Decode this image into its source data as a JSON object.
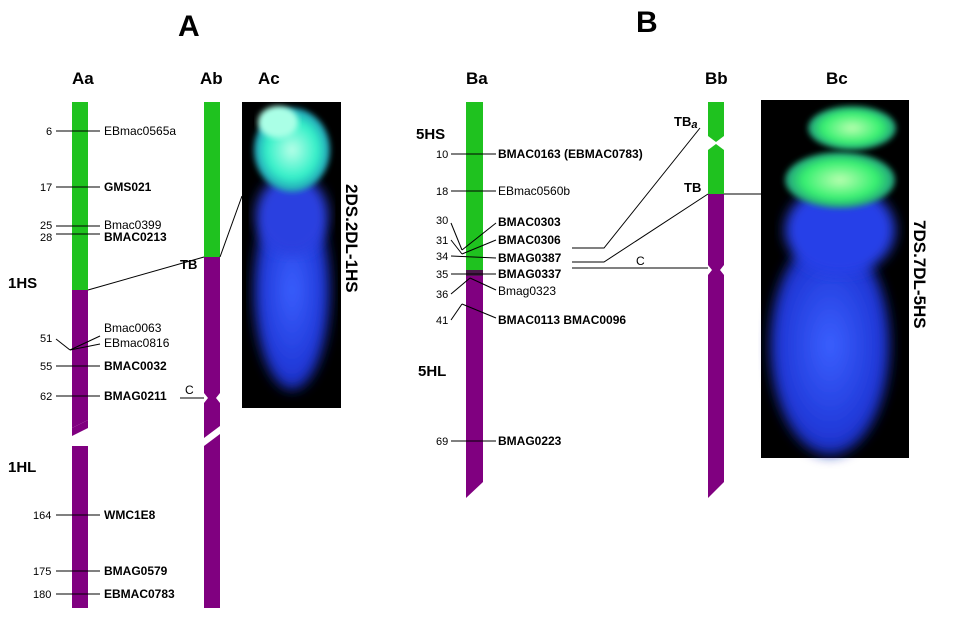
{
  "colors": {
    "green": "#1fc21f",
    "purple": "#800080",
    "line": "#000000"
  },
  "panelA": {
    "title": "A",
    "col_aa": "Aa",
    "col_ab": "Ab",
    "col_ac": "Ac",
    "arm_short": "1HS",
    "arm_long": "1HL",
    "tb": "TB",
    "c": "C",
    "caption": "2DS.2DL-1HS",
    "markers": [
      {
        "pos": "6",
        "name": "EBmac0565a",
        "bold": false
      },
      {
        "pos": "17",
        "name": "GMS021",
        "bold": true
      },
      {
        "pos": "25",
        "name": "Bmac0399",
        "bold": false
      },
      {
        "pos": "28",
        "name": "BMAC0213",
        "bold": true
      },
      {
        "pos": "51",
        "name": "Bmac0063",
        "bold": false
      },
      {
        "pos": "",
        "name": "EBmac0816",
        "bold": false
      },
      {
        "pos": "55",
        "name": "BMAC0032",
        "bold": true
      },
      {
        "pos": "62",
        "name": "BMAG0211",
        "bold": true
      },
      {
        "pos": "164",
        "name": "WMC1E8",
        "bold": true
      },
      {
        "pos": "175",
        "name": "BMAG0579",
        "bold": true
      },
      {
        "pos": "180",
        "name": "EBMAC0783",
        "bold": true
      }
    ]
  },
  "panelB": {
    "title": "B",
    "col_ba": "Ba",
    "col_bb": "Bb",
    "col_bc": "Bc",
    "arm_short": "5HS",
    "arm_long": "5HL",
    "tb": "TB",
    "tba_main": "TB",
    "tba_sub": "a",
    "c": "C",
    "caption": "7DS.7DL-5HS",
    "markers": [
      {
        "pos": "10",
        "name": "BMAC0163 (EBMAC0783)",
        "bold": true
      },
      {
        "pos": "18",
        "name": "EBmac0560b",
        "bold": false
      },
      {
        "pos": "30",
        "name": "BMAC0303",
        "bold": true
      },
      {
        "pos": "31",
        "name": "BMAC0306",
        "bold": true
      },
      {
        "pos": "34",
        "name": "BMAG0387",
        "bold": true
      },
      {
        "pos": "35",
        "name": "BMAG0337",
        "bold": true
      },
      {
        "pos": "36",
        "name": "Bmag0323",
        "bold": false
      },
      {
        "pos": "41",
        "name": "BMAC0113 BMAC0096",
        "bold": true
      },
      {
        "pos": "69",
        "name": "BMAG0223",
        "bold": true
      }
    ]
  }
}
